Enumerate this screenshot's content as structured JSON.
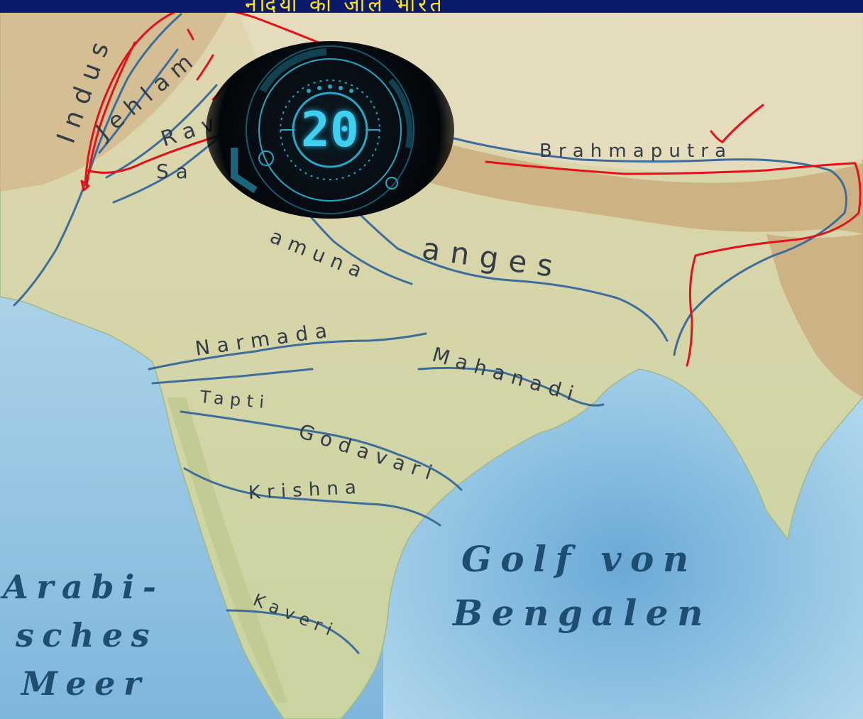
{
  "banner": {
    "text": "नदियों का जाल भारत"
  },
  "timer": {
    "value": "20"
  },
  "rivers": {
    "indus": "Indus",
    "jhelum": "Jehlam",
    "ravi": "Ravi",
    "sutlej": "Sa",
    "yamuna": "amuna",
    "ganges": "anges",
    "brahmaputra": "Brahmaputra",
    "narmada": "Narmada",
    "tapti": "Tapti",
    "mahanadi": "Mahanadi",
    "godavari": "Godavari",
    "krishna": "Krishna",
    "kaveri": "Kaveri"
  },
  "seas": {
    "arabian_line1": "Arabi-",
    "arabian_line2": "sches",
    "arabian_line3": "Meer",
    "bengal_line1": "Golf von",
    "bengal_line2": "Bengalen"
  },
  "colors": {
    "sea": "#a9d3ea",
    "land": "#d9d6a8",
    "mountains": "#c9a97a",
    "river": "#3d6d9a",
    "annotation": "#e5101a",
    "timer_glow": "#3fd0f0",
    "banner": "#0b1a6b",
    "banner_text": "#ffe600"
  }
}
